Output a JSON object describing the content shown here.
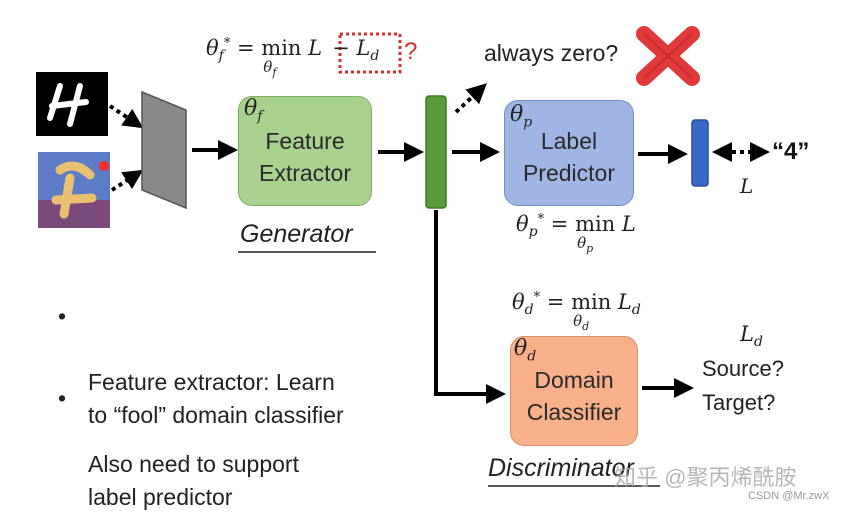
{
  "blocks": {
    "feature_extractor": {
      "label": "Feature\nExtractor",
      "param": "f"
    },
    "label_predictor": {
      "label": "Label\nPredictor",
      "param": "p"
    },
    "domain_classifier": {
      "label": "Domain\nClassifier",
      "param": "d"
    }
  },
  "captions": {
    "generator": "Generator",
    "discriminator": "Discriminator"
  },
  "annotations": {
    "always_zero": "always zero?",
    "question_mark": "?",
    "output_digit": "“4”",
    "loss_label": "L",
    "domain_loss_label": "L",
    "domain_loss_sub": "d",
    "source": "Source?",
    "target": "Target?"
  },
  "formulas": {
    "feature": {
      "lhs_sub": "f",
      "min": "min",
      "min_sub": "f",
      "term": "L",
      "neg_term": "− L",
      "neg_sub": "d"
    },
    "label": {
      "lhs_sub": "p",
      "min": "min",
      "min_sub": "p",
      "term": "L"
    },
    "domain": {
      "lhs_sub": "d",
      "min": "min",
      "min_sub": "d",
      "term": "L",
      "term_sub": "d"
    }
  },
  "bullets": [
    "Feature extractor: Learn\nto “fool” domain classifier",
    "Also need to support\nlabel predictor"
  ],
  "watermarks": {
    "zhihu": "知乎 @聚丙烯酰胺",
    "csdn": "CSDN @Mr.zwX"
  },
  "colors": {
    "feature_fill": "#a9d18e",
    "label_fill": "#9fb6e4",
    "domain_fill": "#f7b08a",
    "feature_vec": "#5a9a3a",
    "label_vec": "#3a68c8",
    "cross": "#e03a3a",
    "dotted_box": "#d83030"
  }
}
